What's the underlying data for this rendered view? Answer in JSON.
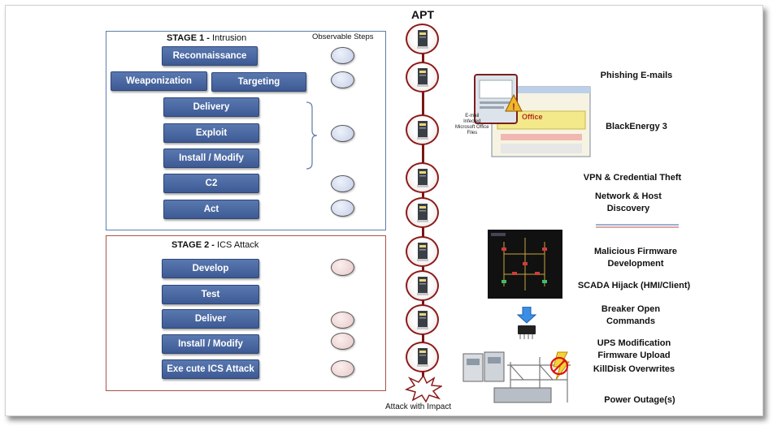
{
  "chain_title": "APT",
  "observable_title": "Observable Steps",
  "stage1": {
    "prefix": "STAGE 1 -",
    "name": "Intrusion"
  },
  "stage2": {
    "prefix": "STAGE 2 -",
    "name": "ICS Attack"
  },
  "stage1_steps": [
    "Reconnaissance",
    "Weaponization",
    "Targeting",
    "Delivery",
    "Exploit",
    "Install / Modify",
    "C2",
    "Act"
  ],
  "stage2_steps": [
    "Develop",
    "Test",
    "Deliver",
    "Install / Modify",
    "Exe cute ICS Attack"
  ],
  "impact_label": "Attack with Impact",
  "email_note": [
    "E-mail",
    "Infected",
    "Microsoft Office",
    "Files"
  ],
  "office_text": "Office",
  "right_labels": [
    "Phishing E-mails",
    "BlackEnergy 3",
    "VPN & Credential Theft",
    "Network & Host",
    "Discovery",
    "Malicious Firmware",
    "Development",
    "SCADA Hijack (HMI/Client)",
    "Breaker Open",
    "Commands",
    "UPS Modification",
    "Firmware Upload",
    "KillDisk Overwrites",
    "Power Outage(s)"
  ],
  "colors": {
    "stage1_border": "#5b7fa8",
    "stage2_border": "#a8524a",
    "step_fill": "#4a67a1",
    "chain": "#7c1616",
    "oval_blue": "#c3cde6",
    "oval_pink": "#e6c8c6"
  }
}
